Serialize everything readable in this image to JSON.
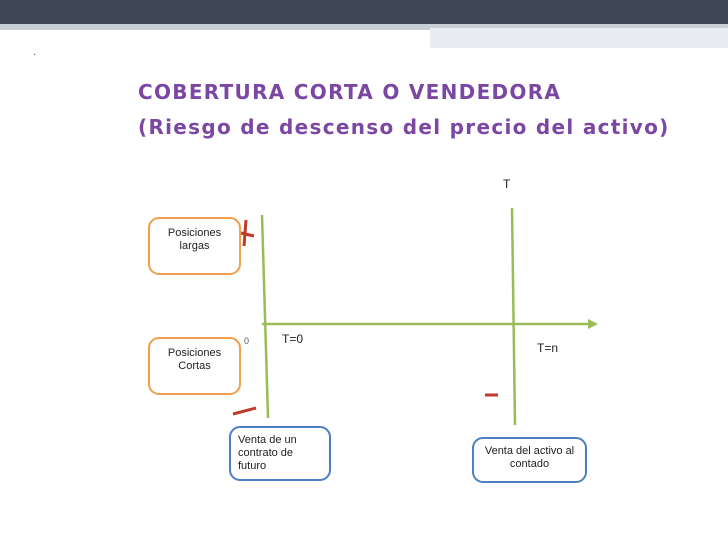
{
  "slide": {
    "marker": "·",
    "title_line1": "COBERTURA CORTA O VENDEDORA",
    "title_line2": "(Riesgo de descenso del precio del activo)"
  },
  "diagram": {
    "label_T": "T",
    "label_T0": "T=0",
    "label_Tn": "T=n",
    "zero_mark": "0",
    "box_long": "Posiciones largas",
    "box_short": "Posiciones Cortas",
    "box_future": "Venta de un contrato de futuro",
    "box_spot": "Venta del activo al contado",
    "colors": {
      "axis": "#9bbb59",
      "mark": "#c0392b",
      "title": "#7b47a3",
      "box_orange": "#f0a04b",
      "box_blue": "#4f7fbf"
    }
  }
}
